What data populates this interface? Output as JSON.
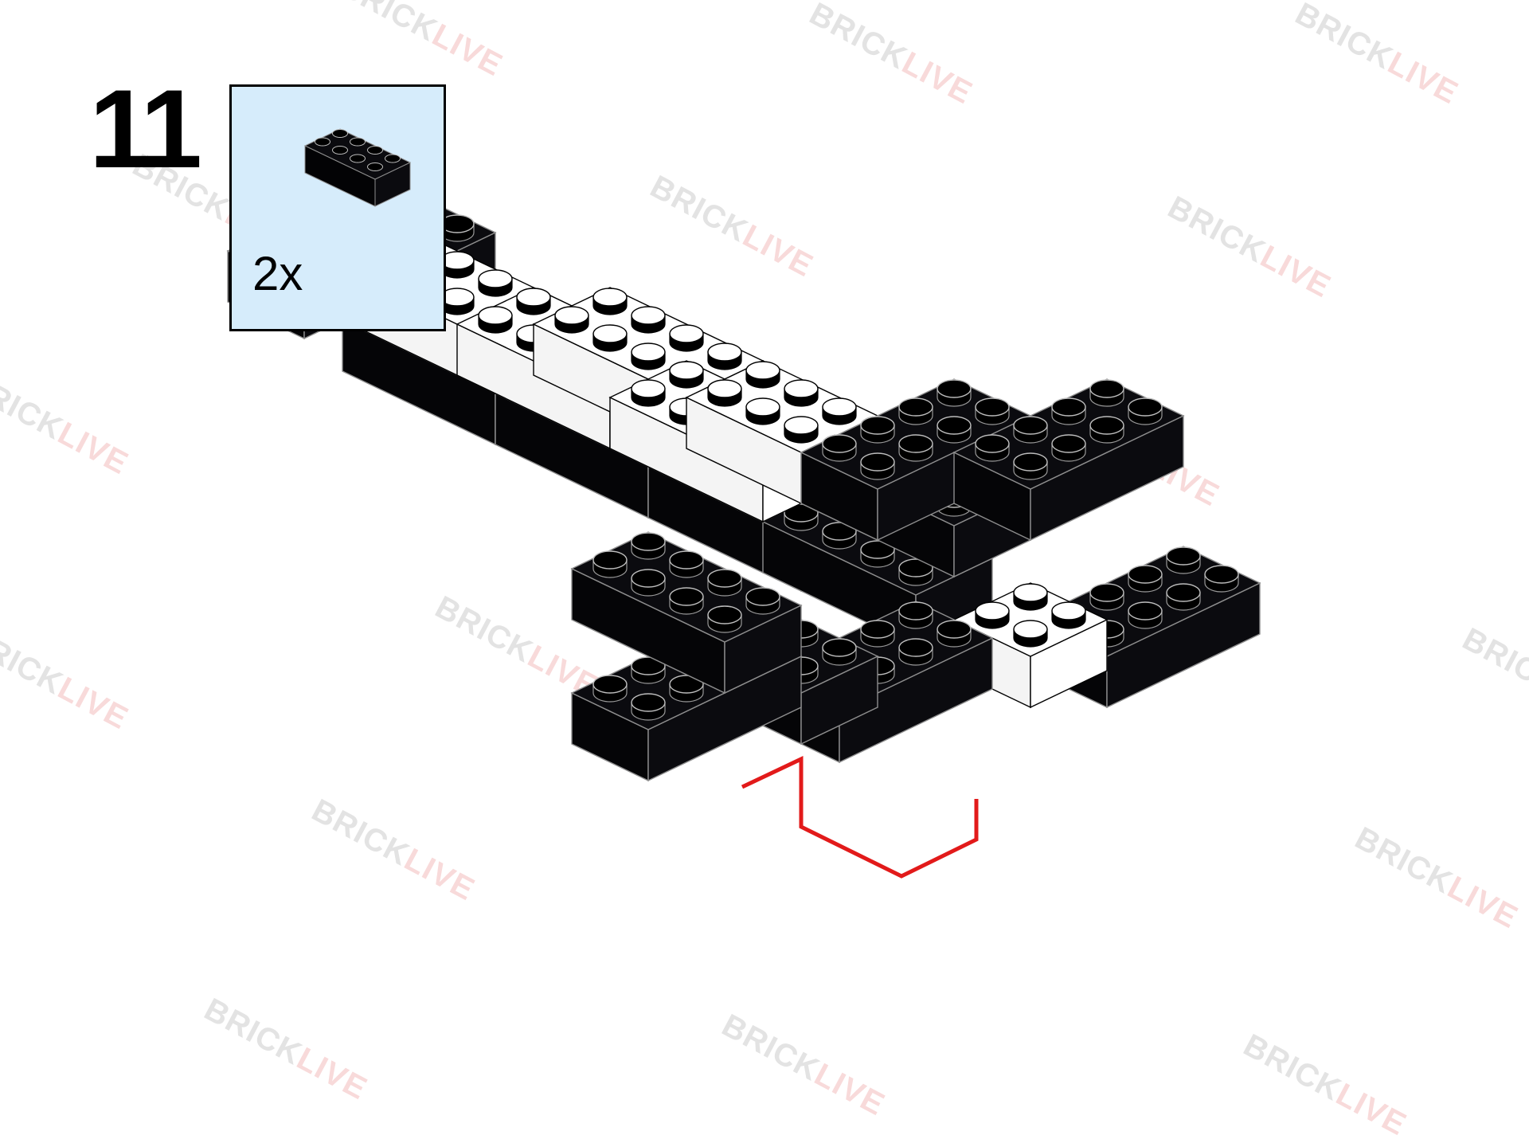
{
  "step": {
    "number": "11"
  },
  "parts_list": {
    "quantity": "2x",
    "part_name": "brick 2x4",
    "part_color": "#0b0b0f"
  },
  "model": {
    "highlight_color": "#e21a1a",
    "black_brick": "#0b0b0f",
    "white_brick": "#ffffff"
  },
  "watermark": {
    "text_a": "BRICK",
    "text_b": "LIVE",
    "color_a": "#555555",
    "color_b": "#d52020"
  }
}
